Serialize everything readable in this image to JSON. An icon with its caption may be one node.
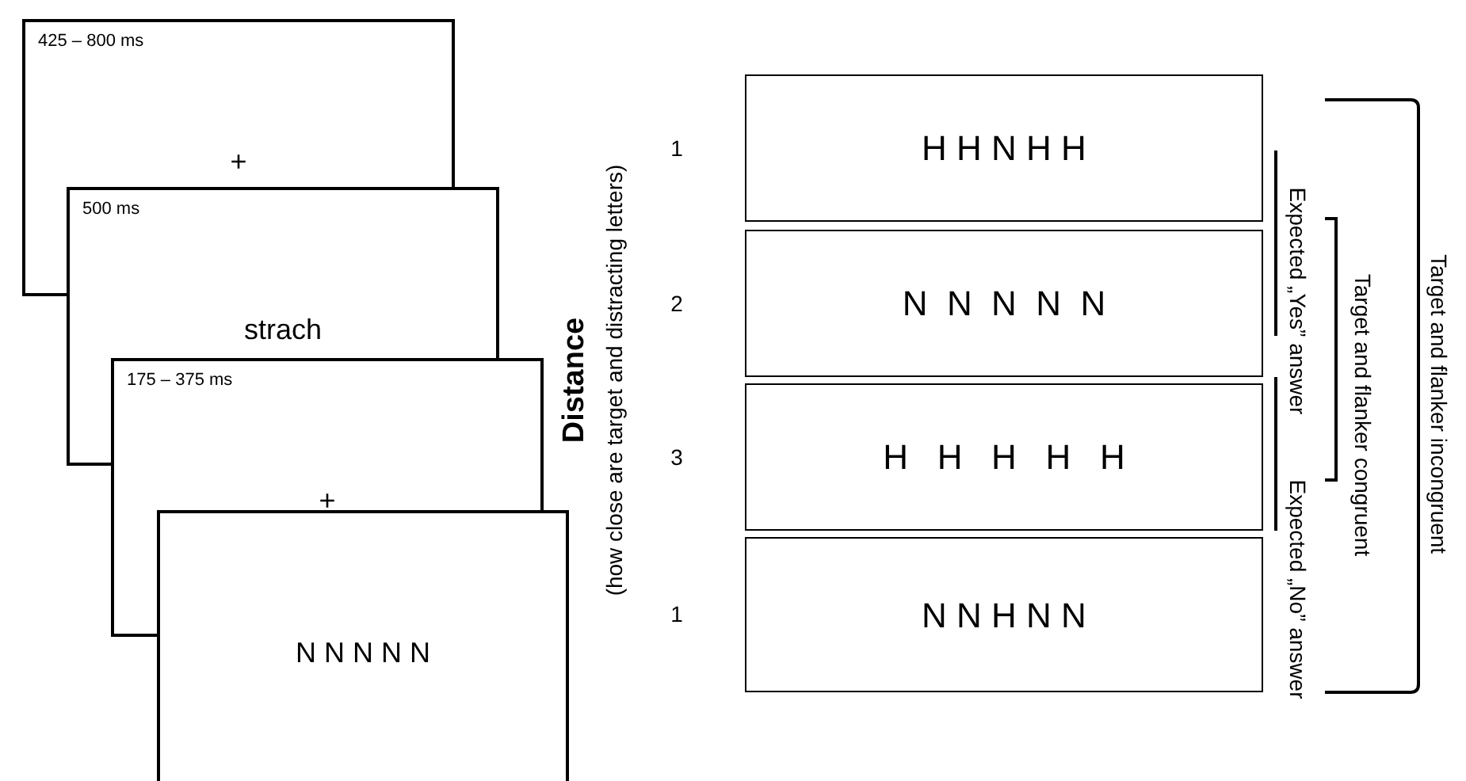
{
  "diagram": {
    "nodes": [
      {
        "text": [
          "425 – 800 ms",
          "+"
        ]
      },
      {
        "text": [
          "500 ms",
          "strach"
        ]
      },
      {
        "text": [
          "175 – 375 ms",
          "+"
        ]
      },
      {
        "text": [
          "N N N N N"
        ]
      },
      {
        "text": [
          "H H N H H"
        ],
        "beside": [
          "1"
        ]
      },
      {
        "text": [
          "N  N  N  N  N"
        ],
        "beside": [
          "2"
        ]
      },
      {
        "text": [
          "H   H   H   H   H"
        ],
        "beside": [
          "3"
        ]
      },
      {
        "text": [
          "N N H N N"
        ],
        "beside": [
          "1"
        ]
      }
    ],
    "labels": [
      "Distance",
      "(how close are target and distracting letters)",
      "Expected „Yes” answer",
      "Expected „No” answer",
      "Target and flanker congruent",
      "Target and flanker incongruent"
    ]
  }
}
